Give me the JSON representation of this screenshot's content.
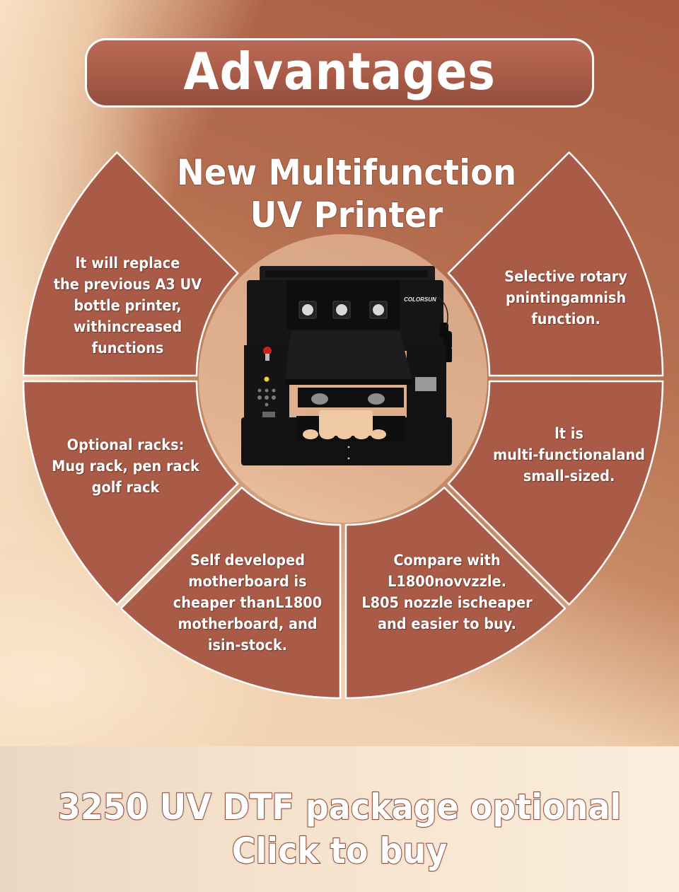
{
  "header": {
    "title": "Advantages"
  },
  "product": {
    "title_line1": "New Multifunction",
    "title_line2": "UV Printer",
    "brand_label": "COLORSUN",
    "image_alt": "UV printer product photo"
  },
  "features": [
    {
      "position": "top-left",
      "lines": [
        "lt will replace",
        "the previous A3 UV",
        "bottle printer,",
        "withincreased",
        "functions"
      ]
    },
    {
      "position": "top-right",
      "lines": [
        "Selective rotary",
        "pnintingamnish",
        "function."
      ]
    },
    {
      "position": "middle-left",
      "lines": [
        "Optional racks:",
        "Mug rack, pen rack",
        "golf rack"
      ]
    },
    {
      "position": "middle-right",
      "lines": [
        "lt is",
        "multi-functionaland",
        "small-sized."
      ]
    },
    {
      "position": "bottom-left",
      "lines": [
        "Self developed",
        "motherboard is",
        "cheaper thanL1800",
        "motherboard, and",
        "isin-stock."
      ]
    },
    {
      "position": "bottom-right",
      "lines": [
        "Compare with",
        "L1800novvzzle.",
        "L805 nozzle ischeaper",
        "and easier to buy."
      ]
    }
  ],
  "cta": {
    "line1": "3250 UV DTF package optional",
    "line2": "Click to buy"
  },
  "colors": {
    "segment_fill": "#a95b48",
    "segment_stroke": "#ffffff",
    "title_box": "#a85b47",
    "text_outline": "#8a4a3a",
    "cream": "#f3dcc2"
  }
}
